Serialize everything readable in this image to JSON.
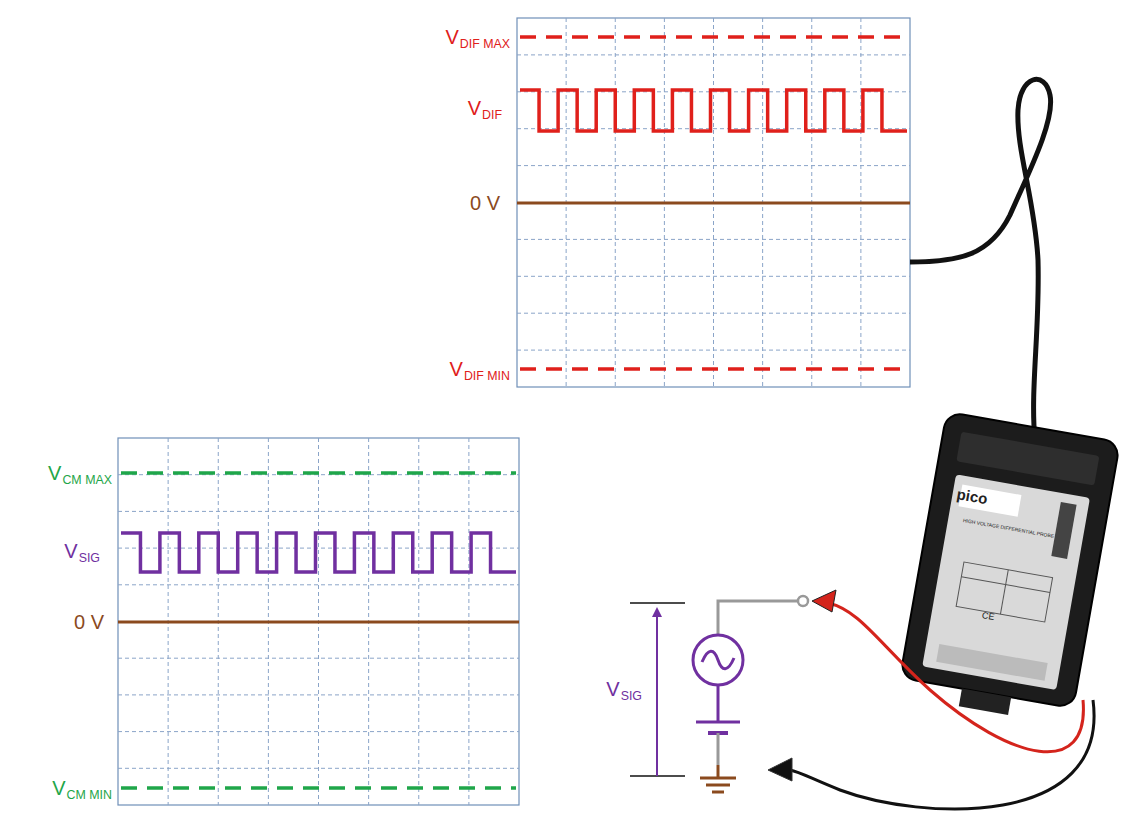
{
  "diagram": {
    "labels": [
      "VDIF MAX",
      "VDIF",
      "0 V",
      "VDIF MIN",
      "VCM MAX",
      "VSIG",
      "0 V",
      "VCM MIN",
      "VSIG",
      "pico",
      "HIGH VOLTAGE DIFFERENTIAL PROBE",
      "CE"
    ]
  }
}
